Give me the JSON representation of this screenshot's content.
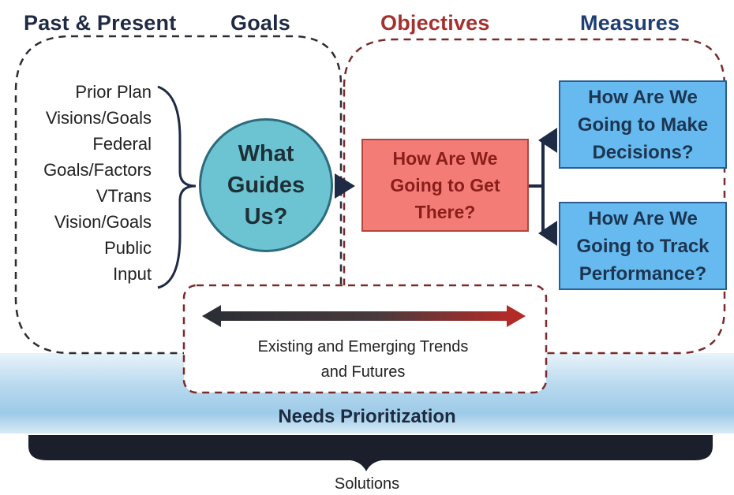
{
  "headers": {
    "past_present": "Past & Present",
    "goals": "Goals",
    "objectives": "Objectives",
    "measures": "Measures"
  },
  "inputs": [
    "Prior Plan",
    "Visions/Goals",
    "Federal",
    "Goals/Factors",
    "VTrans",
    "Vision/Goals",
    "Public",
    "Input"
  ],
  "circle": {
    "line1": "What",
    "line2": "Guides",
    "line3": "Us?"
  },
  "objective_box": {
    "line1": "How Are We",
    "line2": "Going to Get",
    "line3": "There?"
  },
  "measure_top": {
    "line1": "How Are We",
    "line2": "Going to Make",
    "line3": "Decisions?"
  },
  "measure_bottom": {
    "line1": "How Are We",
    "line2": "Going to Track",
    "line3": "Performance?"
  },
  "trends": {
    "line1": "Existing and Emerging Trends",
    "line2": "and Futures"
  },
  "needs": "Needs Prioritization",
  "solutions": "Solutions",
  "colors": {
    "header_dark": "#1f2a44",
    "objectives_red": "#a4312d",
    "measures_blue": "#1f3e74",
    "circle_fill": "#6cc4d3",
    "red_box": "#f37d76",
    "blue_box": "#66baf0",
    "brace_bar": "#1a1f2b"
  }
}
